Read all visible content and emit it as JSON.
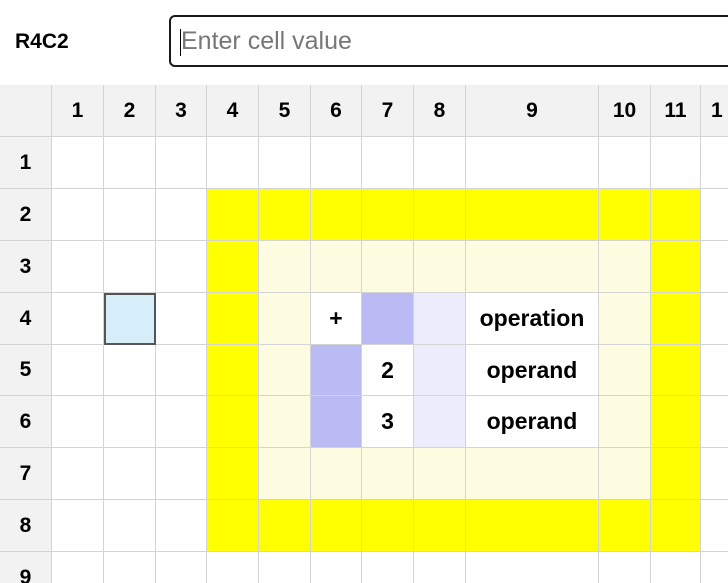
{
  "formula_bar": {
    "cell_reference": "R4C2",
    "input_value": "",
    "input_placeholder": "Enter cell value"
  },
  "grid": {
    "column_headers": [
      "1",
      "2",
      "3",
      "4",
      "5",
      "6",
      "7",
      "8",
      "9",
      "10",
      "11",
      "1"
    ],
    "row_headers": [
      "1",
      "2",
      "3",
      "4",
      "5",
      "6",
      "7",
      "8",
      "9"
    ],
    "selected_cell": "R4C2",
    "colors": {
      "yellow": "#ffff00",
      "cream": "#fdfbe0",
      "blue": "#babaf5",
      "lavender": "#ececfc",
      "selection": "#d6eefa",
      "header": "#f2f2f2"
    },
    "cells": [
      {
        "r": 2,
        "c": 4,
        "fill": "yellow"
      },
      {
        "r": 2,
        "c": 5,
        "fill": "yellow"
      },
      {
        "r": 2,
        "c": 6,
        "fill": "yellow"
      },
      {
        "r": 2,
        "c": 7,
        "fill": "yellow"
      },
      {
        "r": 2,
        "c": 8,
        "fill": "yellow"
      },
      {
        "r": 2,
        "c": 9,
        "fill": "yellow"
      },
      {
        "r": 2,
        "c": 10,
        "fill": "yellow"
      },
      {
        "r": 2,
        "c": 11,
        "fill": "yellow"
      },
      {
        "r": 3,
        "c": 4,
        "fill": "yellow"
      },
      {
        "r": 3,
        "c": 5,
        "fill": "cream"
      },
      {
        "r": 3,
        "c": 6,
        "fill": "cream"
      },
      {
        "r": 3,
        "c": 7,
        "fill": "cream"
      },
      {
        "r": 3,
        "c": 8,
        "fill": "cream"
      },
      {
        "r": 3,
        "c": 9,
        "fill": "cream"
      },
      {
        "r": 3,
        "c": 10,
        "fill": "cream"
      },
      {
        "r": 3,
        "c": 11,
        "fill": "yellow"
      },
      {
        "r": 4,
        "c": 4,
        "fill": "yellow"
      },
      {
        "r": 4,
        "c": 5,
        "fill": "cream"
      },
      {
        "r": 4,
        "c": 6,
        "fill": "white",
        "text": "+"
      },
      {
        "r": 4,
        "c": 7,
        "fill": "blue"
      },
      {
        "r": 4,
        "c": 8,
        "fill": "lavender"
      },
      {
        "r": 4,
        "c": 9,
        "fill": "white",
        "text": "operation"
      },
      {
        "r": 4,
        "c": 10,
        "fill": "cream"
      },
      {
        "r": 4,
        "c": 11,
        "fill": "yellow"
      },
      {
        "r": 5,
        "c": 4,
        "fill": "yellow"
      },
      {
        "r": 5,
        "c": 5,
        "fill": "cream"
      },
      {
        "r": 5,
        "c": 6,
        "fill": "blue"
      },
      {
        "r": 5,
        "c": 7,
        "fill": "white",
        "text": "2"
      },
      {
        "r": 5,
        "c": 8,
        "fill": "lavender"
      },
      {
        "r": 5,
        "c": 9,
        "fill": "white",
        "text": "operand"
      },
      {
        "r": 5,
        "c": 10,
        "fill": "cream"
      },
      {
        "r": 5,
        "c": 11,
        "fill": "yellow"
      },
      {
        "r": 6,
        "c": 4,
        "fill": "yellow"
      },
      {
        "r": 6,
        "c": 5,
        "fill": "cream"
      },
      {
        "r": 6,
        "c": 6,
        "fill": "blue"
      },
      {
        "r": 6,
        "c": 7,
        "fill": "white",
        "text": "3"
      },
      {
        "r": 6,
        "c": 8,
        "fill": "lavender"
      },
      {
        "r": 6,
        "c": 9,
        "fill": "white",
        "text": "operand"
      },
      {
        "r": 6,
        "c": 10,
        "fill": "cream"
      },
      {
        "r": 6,
        "c": 11,
        "fill": "yellow"
      },
      {
        "r": 7,
        "c": 4,
        "fill": "yellow"
      },
      {
        "r": 7,
        "c": 5,
        "fill": "cream"
      },
      {
        "r": 7,
        "c": 6,
        "fill": "cream"
      },
      {
        "r": 7,
        "c": 7,
        "fill": "cream"
      },
      {
        "r": 7,
        "c": 8,
        "fill": "cream"
      },
      {
        "r": 7,
        "c": 9,
        "fill": "cream"
      },
      {
        "r": 7,
        "c": 10,
        "fill": "cream"
      },
      {
        "r": 7,
        "c": 11,
        "fill": "yellow"
      },
      {
        "r": 8,
        "c": 4,
        "fill": "yellow"
      },
      {
        "r": 8,
        "c": 5,
        "fill": "yellow"
      },
      {
        "r": 8,
        "c": 6,
        "fill": "yellow"
      },
      {
        "r": 8,
        "c": 7,
        "fill": "yellow"
      },
      {
        "r": 8,
        "c": 8,
        "fill": "yellow"
      },
      {
        "r": 8,
        "c": 9,
        "fill": "yellow"
      },
      {
        "r": 8,
        "c": 10,
        "fill": "yellow"
      },
      {
        "r": 8,
        "c": 11,
        "fill": "yellow"
      }
    ]
  }
}
